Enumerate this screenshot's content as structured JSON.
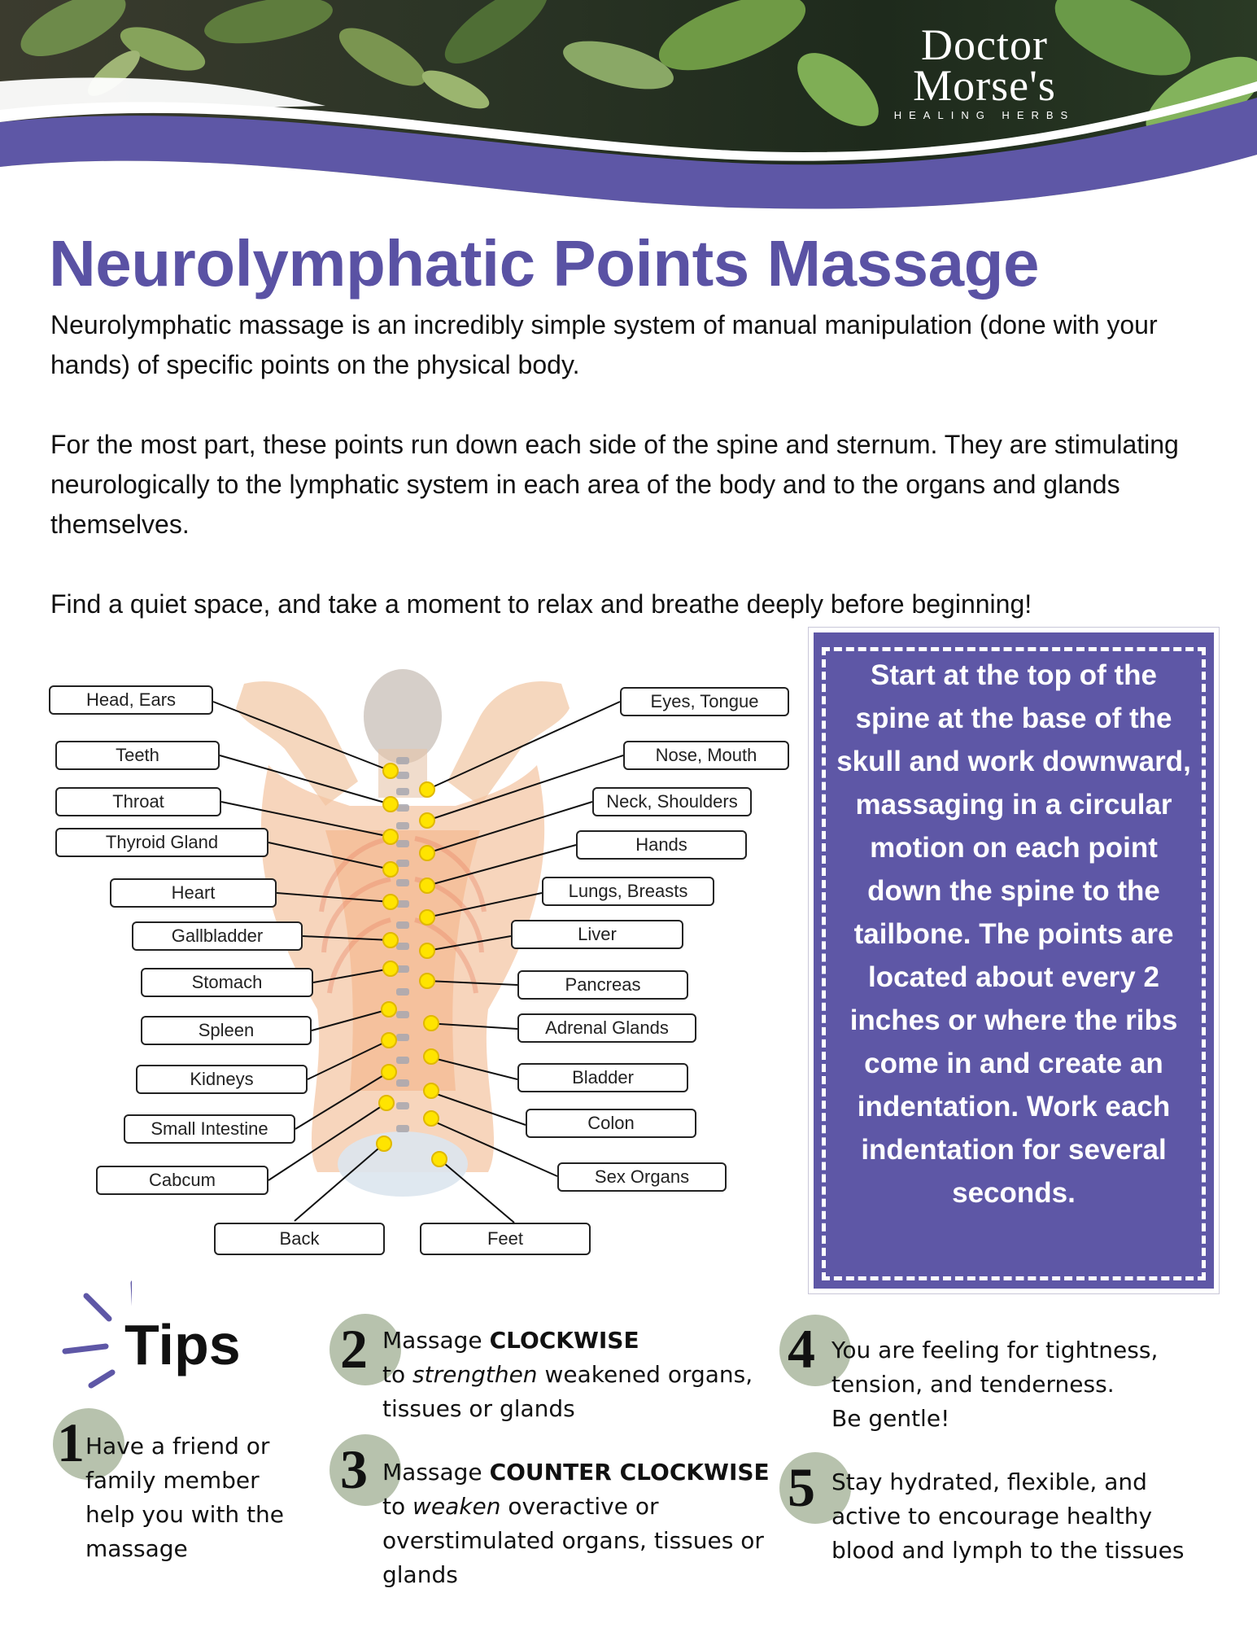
{
  "brand": {
    "line1": "Doctor",
    "line2": "Morse's",
    "tagline": "HEALING HERBS"
  },
  "title": "Neurolymphatic Points Massage",
  "intro": {
    "p1": "Neurolymphatic massage is an incredibly simple system of manual manipulation (done with your hands) of specific points on the physical body.",
    "p2": "For the most part, these points run down each side of the spine and sternum. They are stimulating neurologically to the lymphatic system in each area of the body and to the organs and glands themselves.",
    "p3": "Find a quiet space, and take a moment to relax and breathe deeply before beginning!"
  },
  "diagram": {
    "left_labels": [
      "Head, Ears",
      "Teeth",
      "Throat",
      "Thyroid Gland",
      "Heart",
      "Gallbladder",
      "Stomach",
      "Spleen",
      "Kidneys",
      "Small Intestine",
      "Cabcum"
    ],
    "right_labels": [
      "Eyes, Tongue",
      "Nose, Mouth",
      "Neck, Shoulders",
      "Hands",
      "Lungs, Breasts",
      "Liver",
      "Pancreas",
      "Adrenal Glands",
      "Bladder",
      "Colon",
      "Sex Organs"
    ],
    "bottom_labels": [
      "Back",
      "Feet"
    ]
  },
  "instruction": "Start at the top of the spine at the base of the skull and work downward, massaging in a circular motion on each point down the spine to the tailbone. The points are located about every 2 inches or where the ribs come in and create an indentation. Work each indentation for several seconds.",
  "tips": {
    "title": "Tips",
    "items": [
      {
        "num": "1",
        "text": "Have a friend or family member help you with the massage"
      },
      {
        "num": "2",
        "pre": "Massage ",
        "bold": "CLOCKWISE",
        "mid": "to ",
        "em": "strengthen",
        "post": " weakened organs, tissues or glands"
      },
      {
        "num": "3",
        "pre": "Massage ",
        "bold": "COUNTER CLOCKWISE",
        "mid": "to ",
        "em": "weaken",
        "post": " overactive or overstimulated organs, tissues or glands"
      },
      {
        "num": "4",
        "line1": "You are feeling for tightness,",
        "line2": "tension, and tenderness.",
        "line3": "Be gentle!"
      },
      {
        "num": "5",
        "text": "Stay hydrated, flexible, and active to encourage healthy blood and lymph to the tissues"
      }
    ]
  },
  "colors": {
    "purple": "#5a52a4",
    "box_purple": "#5e57a6",
    "dot_yellow": "#ffe400",
    "sage": "#b7c2ad"
  }
}
